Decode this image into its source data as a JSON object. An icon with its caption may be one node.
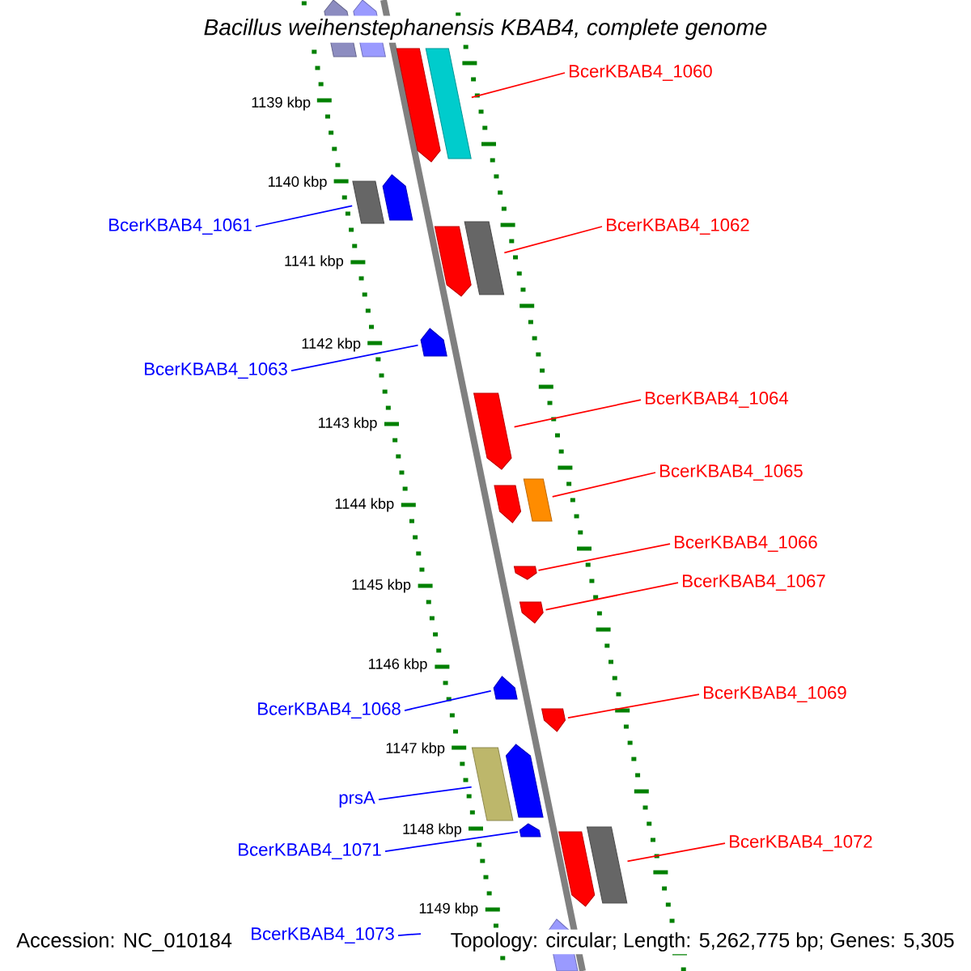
{
  "diagram": {
    "title": "Bacillus weihenstephanensis KBAB4, complete genome",
    "nodes": [
      {
        "text": [],
        "shape": "bar"
      },
      {
        "text": [],
        "shape": "bar"
      },
      {
        "text": [],
        "shape": "bar"
      },
      {
        "text": [],
        "shape": "bar"
      },
      {
        "text": [],
        "shape": "bar"
      },
      {
        "text": [],
        "shape": "bar"
      },
      {
        "text": [],
        "shape": "bar"
      },
      {
        "text": [],
        "shape": "bar"
      },
      {
        "text": [],
        "shape": "bar"
      },
      {
        "text": [],
        "shape": "bar"
      },
      {
        "text": [],
        "shape": "bar"
      },
      {
        "text": [],
        "shape": "bar"
      },
      {
        "text": [],
        "shape": "bar"
      },
      {
        "text": [],
        "shape": "bar"
      },
      {
        "text": [],
        "shape": "bar"
      },
      {
        "text": [],
        "shape": "bar"
      },
      {
        "text": [],
        "shape": "bar"
      },
      {
        "text": [],
        "shape": "bar"
      },
      {
        "text": [],
        "shape": "bar"
      },
      {
        "text": [],
        "shape": "bar"
      },
      {
        "text": [],
        "shape": "bar"
      },
      {
        "text": [],
        "shape": "bar"
      },
      {
        "text": [
          "BcerKBAB4_1060"
        ]
      },
      {
        "text": [
          "BcerKBAB4_1061"
        ]
      },
      {
        "text": [
          "BcerKBAB4_1062"
        ]
      },
      {
        "text": [
          "BcerKBAB4_1063"
        ]
      },
      {
        "text": [
          "BcerKBAB4_1064"
        ]
      },
      {
        "text": [
          "BcerKBAB4_1065"
        ]
      },
      {
        "text": [
          "BcerKBAB4_1066"
        ]
      },
      {
        "text": [
          "BcerKBAB4_1067"
        ]
      },
      {
        "text": [
          "BcerKBAB4_1068"
        ]
      },
      {
        "text": [
          "BcerKBAB4_1069"
        ]
      },
      {
        "text": [
          "prsA"
        ]
      },
      {
        "text": [
          "BcerKBAB4_1071"
        ]
      },
      {
        "text": [
          "BcerKBAB4_1072"
        ]
      },
      {
        "text": [
          "BcerKBAB4_1073"
        ]
      }
    ],
    "edges": [
      {
        "from": 22,
        "to": 3,
        "arrow": "none"
      },
      {
        "from": 23,
        "to": 4,
        "arrow": "none",
        "color": "#0000ff"
      },
      {
        "from": 24,
        "to": 7,
        "arrow": "none"
      },
      {
        "from": 25,
        "to": 8,
        "arrow": "none",
        "color": "#0000ff"
      },
      {
        "from": 26,
        "to": 9,
        "arrow": "none"
      },
      {
        "from": 27,
        "to": 11,
        "arrow": "none"
      },
      {
        "from": 28,
        "to": 12,
        "arrow": "none"
      },
      {
        "from": 29,
        "to": 13,
        "arrow": "none"
      },
      {
        "from": 30,
        "to": 14,
        "arrow": "none",
        "color": "#0000ff"
      },
      {
        "from": 31,
        "to": 15,
        "arrow": "none"
      },
      {
        "from": 32,
        "to": 16,
        "arrow": "none",
        "color": "#0000ff"
      },
      {
        "from": 33,
        "to": 18,
        "arrow": "none",
        "color": "#0000ff"
      },
      {
        "from": 34,
        "to": 20,
        "arrow": "none"
      },
      {
        "from": 35,
        "to": null,
        "arrow": "none",
        "color": "#0000ff"
      }
    ],
    "labels": [
      "1139 kbp",
      "1140 kbp",
      "1141 kbp",
      "1142 kbp",
      "1143 kbp",
      "1144 kbp",
      "1145 kbp",
      "1146 kbp",
      "1147 kbp",
      "1148 kbp",
      "1149 kbp",
      "Accession: NC_010184",
      "Topology: circular; Length: 5,262,775 bp; Genes: 5,305"
    ]
  }
}
